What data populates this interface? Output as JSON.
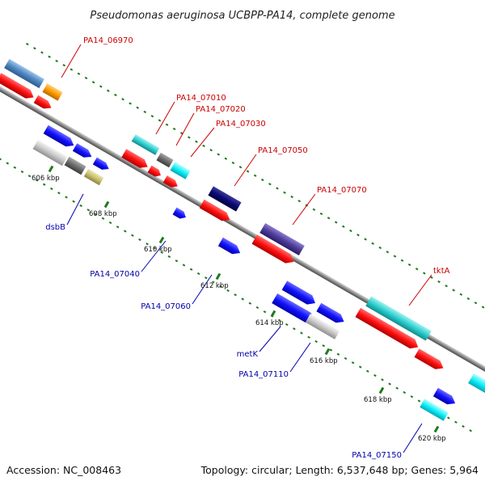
{
  "title": "Pseudomonas aeruginosa UCBPP-PA14, complete genome",
  "footer": {
    "accession": "Accession: NC_008463",
    "topology": "Topology: circular; Length: 6,537,648 bp; Genes: 5,964"
  },
  "colors": {
    "red_label": "#cc0000",
    "blue_label": "#0000aa",
    "dots": "#1e7a1e",
    "backbone": "#8a8a8a"
  },
  "kbp_ticks": [
    "606 kbp",
    "608 kbp",
    "610 kbp",
    "612 kbp",
    "614 kbp",
    "616 kbp",
    "618 kbp",
    "620 kbp"
  ],
  "upper_labels": [
    "PA14_06970",
    "PA14_07010",
    "PA14_07020",
    "PA14_07030",
    "PA14_07050",
    "PA14_07070",
    "tktA"
  ],
  "lower_labels": [
    "dsbB",
    "PA14_07040",
    "PA14_07060",
    "metK",
    "PA14_07110",
    "PA14_07150"
  ]
}
